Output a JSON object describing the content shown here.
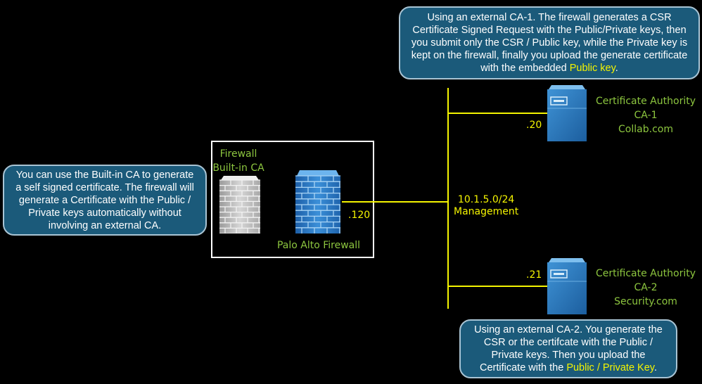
{
  "callouts": {
    "ca1": {
      "text_before": "Using an external CA-1. The firewall generates a CSR Certificate Signed Request with the Public/Private keys, then you submit only the CSR / Public key, while the Private key is kept on the firewall, finally you upload the generate certificate with the embedded ",
      "highlight": "Public key",
      "text_after": "."
    },
    "builtin": {
      "text": "You can use the Built-in CA to generate a self signed certificate. The firewall will generate a Certificate with the Public / Private keys automatically without involving an external CA."
    },
    "ca2": {
      "text_before": "Using an external CA-2. You generate the CSR or the certifcate with the Public / Private keys. Then you upload the Certificate with the ",
      "highlight": "Public / Private Key",
      "text_after": "."
    }
  },
  "nodes": {
    "builtin_ca": {
      "label_line1": "Firewall",
      "label_line2": "Built-in CA"
    },
    "palo_alto": {
      "label": "Palo Alto Firewall",
      "ip": ".120"
    },
    "ca1": {
      "line1": "Certificate Authority",
      "line2": "CA-1",
      "line3": "Collab.com",
      "ip": ".20"
    },
    "ca2": {
      "line1": "Certificate Authority",
      "line2": "CA-2",
      "line3": "Security.com",
      "ip": ".21"
    }
  },
  "network": {
    "subnet": "10.1.5.0/24",
    "name": "Management"
  },
  "colors": {
    "label_green": "#8dc63f",
    "link_yellow": "#f4f400",
    "callout_bg": "#1b5a7a"
  }
}
